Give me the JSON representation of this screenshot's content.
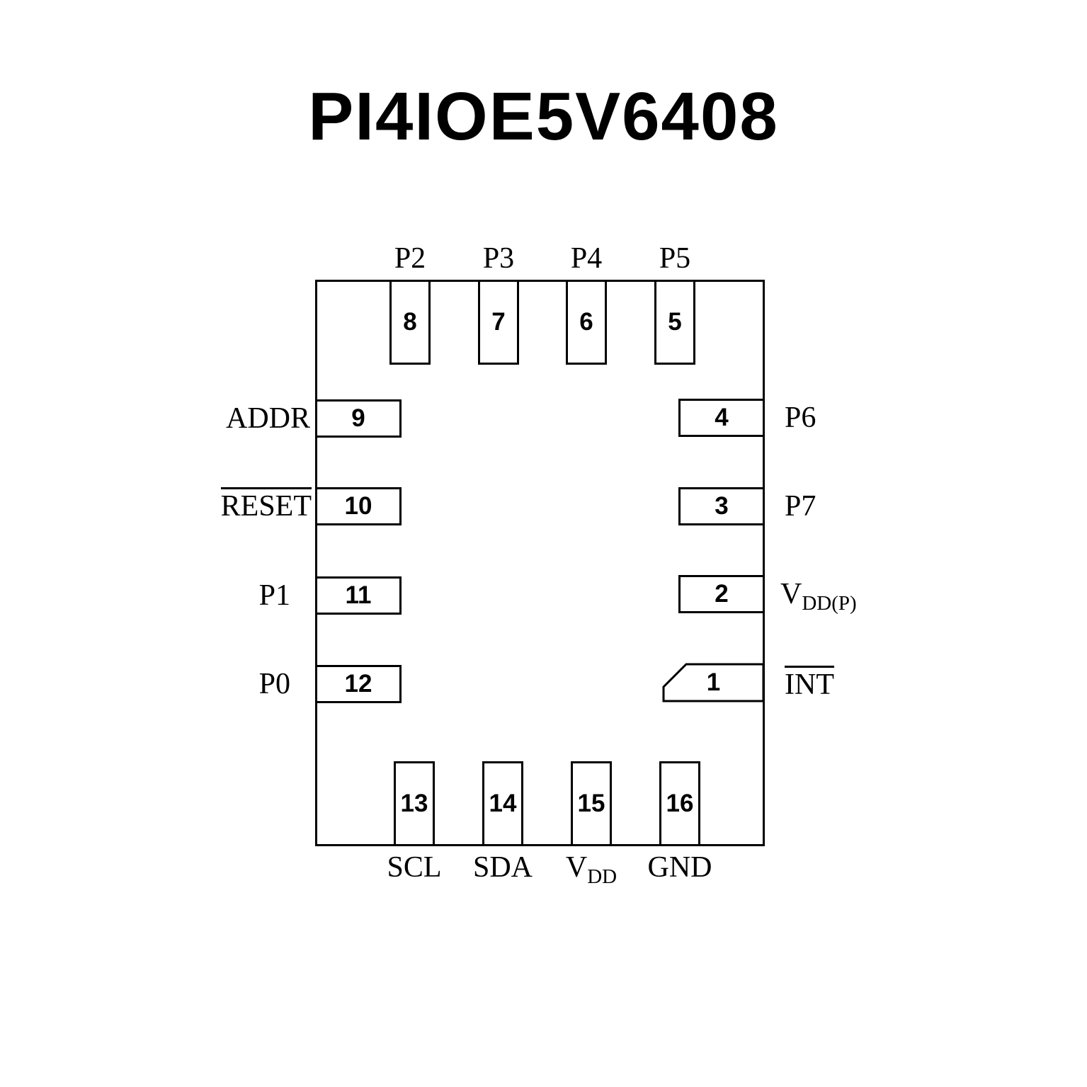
{
  "title": "PI4IOE5V6408",
  "chip": {
    "pins": {
      "top": [
        {
          "number": "8",
          "label": "P2"
        },
        {
          "number": "7",
          "label": "P3"
        },
        {
          "number": "6",
          "label": "P4"
        },
        {
          "number": "5",
          "label": "P5"
        }
      ],
      "left": [
        {
          "number": "9",
          "label": "ADDR"
        },
        {
          "number": "10",
          "label": "RESET",
          "overline": true
        },
        {
          "number": "11",
          "label": "P1"
        },
        {
          "number": "12",
          "label": "P0"
        }
      ],
      "right": [
        {
          "number": "4",
          "label": "P6"
        },
        {
          "number": "3",
          "label": "P7"
        },
        {
          "number": "2",
          "label_main": "V",
          "label_sub": "DD(P)"
        },
        {
          "number": "1",
          "label": "INT",
          "overline": true
        }
      ],
      "bottom": [
        {
          "number": "13",
          "label": "SCL"
        },
        {
          "number": "14",
          "label": "SDA"
        },
        {
          "number": "15",
          "label_main": "V",
          "label_sub": "DD"
        },
        {
          "number": "16",
          "label": "GND"
        }
      ]
    }
  }
}
